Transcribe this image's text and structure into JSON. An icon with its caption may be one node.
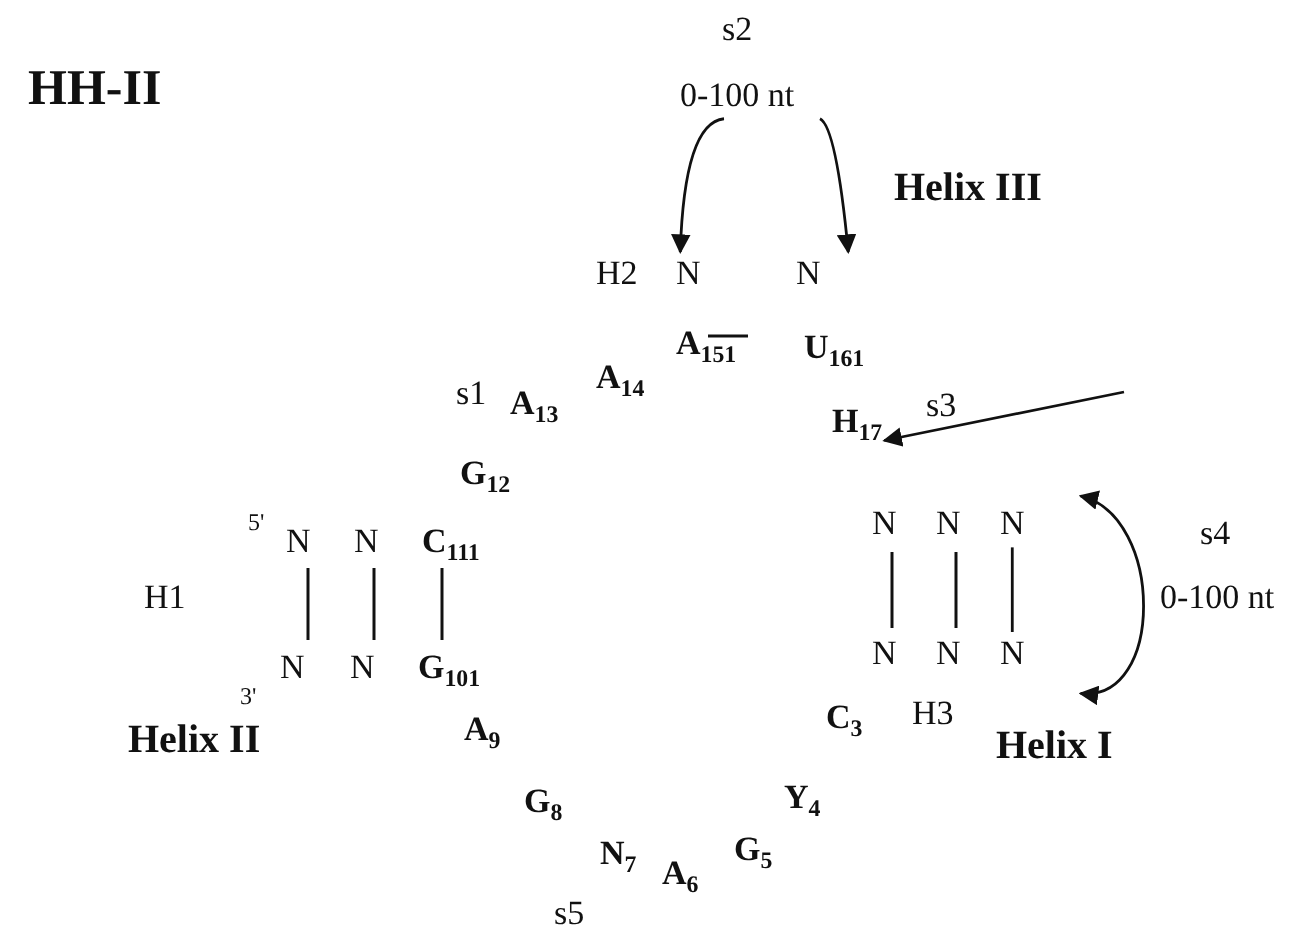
{
  "diagram": {
    "nodes": [
      {
        "text": [
          "s2",
          "0-100 nt"
        ]
      },
      {
        "text": [
          "N"
        ]
      },
      {
        "text": [
          "N"
        ]
      },
      {
        "text": [
          "H$_{17}$"
        ]
      },
      {
        "text": [
          "N"
        ]
      },
      {
        "text": [
          "N"
        ]
      }
    ],
    "edges": [
      {
        "from": 0,
        "to": 1,
        "arrow": "to"
      },
      {
        "from": 0,
        "to": 2,
        "arrow": "to"
      },
      {
        "from": null,
        "to": 3,
        "arrow": "to"
      },
      {
        "from": 4,
        "to": 5,
        "arrow": "both"
      },
      {
        "from": 4,
        "to": 5,
        "arrow": "none"
      }
    ],
    "labels": [
      "HH-II",
      "Helix III",
      "H2",
      "A$_{151}$",
      "U$_{161}$",
      "s1",
      "A$_{13}$",
      "A$_{14}$",
      "s3",
      "G$_{12}$",
      "5'",
      "N",
      "N",
      "C$_{111}$",
      "N",
      "N",
      "s4",
      "H1",
      "0-100 nt",
      "3'",
      "N",
      "N",
      "G$_{101}$",
      "N",
      "N",
      "C$_{3}$",
      "H3",
      "Helix II",
      "A$_{9}$",
      "Helix I",
      "G$_{8}$",
      "Y$_{4}$",
      "N$_{7}$",
      "A$_{6}$",
      "G$_{5}$",
      "s5"
    ]
  }
}
